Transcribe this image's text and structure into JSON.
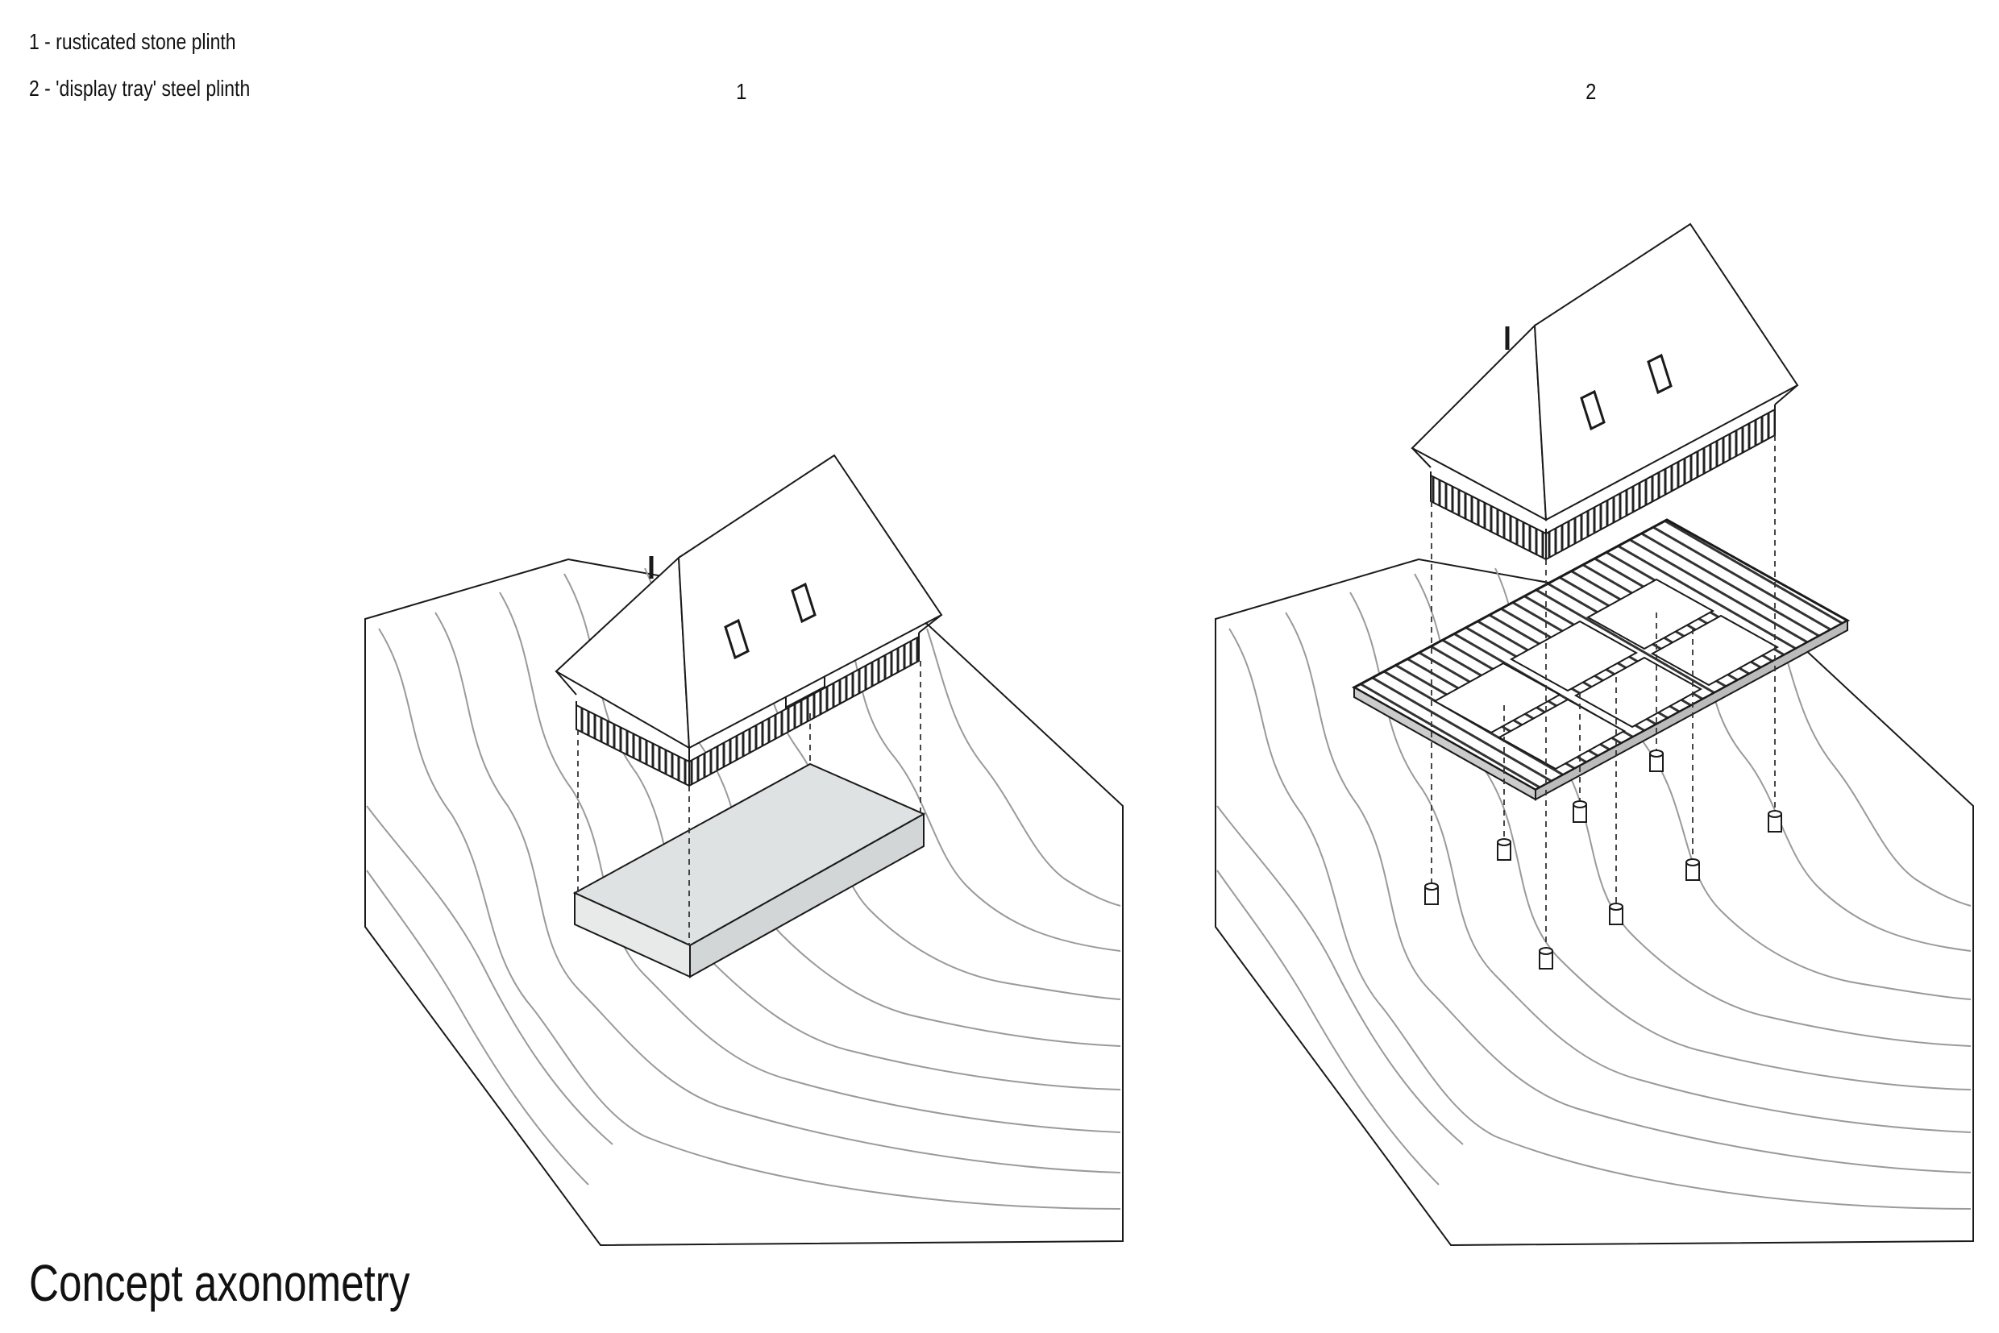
{
  "legend": {
    "item1": "1 - rusticated stone plinth",
    "item2": "2 - 'display tray' steel plinth"
  },
  "panels": [
    {
      "number": "1",
      "concept": "rusticated stone plinth"
    },
    {
      "number": "2",
      "concept": "'display tray' steel plinth"
    }
  ],
  "title": "Concept axonometry",
  "colors": {
    "line": "#1a1a1a",
    "contour": "#9a9a9a",
    "plinth_fill": "#dfe2e2",
    "background": "#ffffff"
  }
}
